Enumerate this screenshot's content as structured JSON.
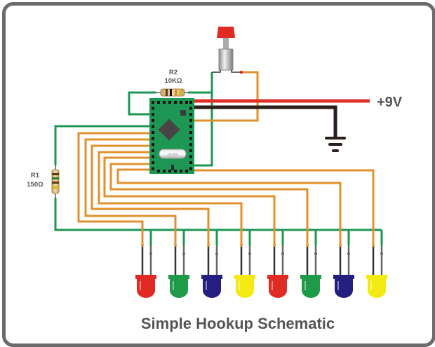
{
  "title": "Simple Hookup Schematic",
  "power_label": "+9V",
  "resistors": [
    {
      "id": "R1",
      "name": "R1",
      "value": "150Ω"
    },
    {
      "id": "R2",
      "name": "R2",
      "value": "10KΩ"
    }
  ],
  "chip_label": "16.000",
  "leds": [
    {
      "color": "red",
      "hex": "#e02a24"
    },
    {
      "color": "green",
      "hex": "#1e9a48"
    },
    {
      "color": "blue",
      "hex": "#241f7e"
    },
    {
      "color": "yellow",
      "hex": "#f2ea12"
    },
    {
      "color": "red",
      "hex": "#e02a24"
    },
    {
      "color": "green",
      "hex": "#1e9a48"
    },
    {
      "color": "blue",
      "hex": "#241f7e"
    },
    {
      "color": "yellow",
      "hex": "#f2ea12"
    }
  ],
  "colors": {
    "wire_signal": "#e0912e",
    "wire_ground_bus": "#1e9654",
    "wire_power": "#e0302a",
    "wire_ground": "#2a1f1a",
    "board": "#1e9654",
    "frame": "#6b6b6b",
    "text": "#555555",
    "button_cap": "#e02a24"
  }
}
